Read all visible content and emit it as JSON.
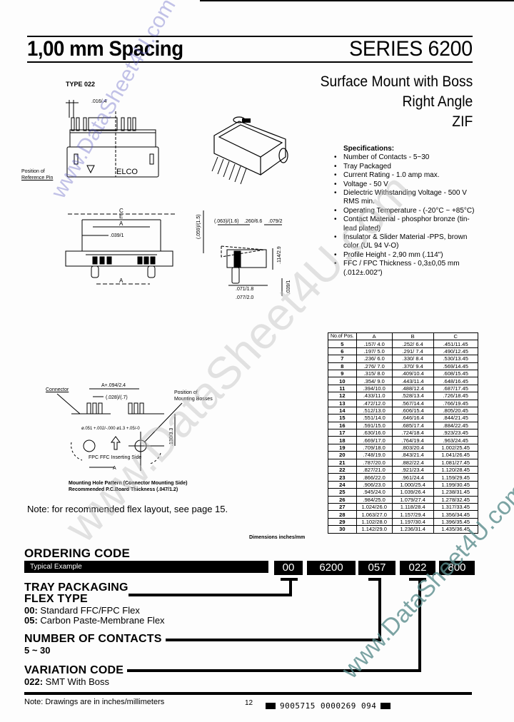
{
  "header": {
    "title_left": "1,00 mm Spacing",
    "title_right": "SERIES 6200"
  },
  "subtitle": {
    "line1": "Surface Mount with Boss",
    "line2": "Right Angle",
    "line3": "ZIF"
  },
  "drawings": {
    "type_label": "TYPE 022",
    "top_view": {
      "dim_pitch": ".016/.4",
      "marking": "ELCO",
      "ref_pin_label_1": "Position of",
      "ref_pin_label_2": "Reference Pin"
    },
    "front_view": {
      "dim_c": "C",
      "dim_e": "E",
      "dim_a_top": "A",
      "dim_039": ".039/1",
      "dim_a_bottom": "A"
    },
    "side_view": {
      "dim_063": "(.063)/(1.6)",
      "dim_260": ".260/6.6",
      "dim_079": ".079/2",
      "dim_vert_left": "(.059)/(1.5)",
      "dim_114": ".114/2.9",
      "dim_071": ".071/1.8",
      "dim_077": ".077/2.0",
      "dim_vert_right": ".039/1"
    },
    "mounting_pattern": {
      "label_connector": "Connector",
      "dim_top": "A+.094/2.4",
      "dim_028": "(.028)/(.7)",
      "label_boss_1": "Position of",
      "label_boss_2": "Mounting Bosses",
      "dim_hole": "ø.051 +.002/-.000 ø1.3 +.05/-0",
      "label_side": "FPC FFC Inserting Side",
      "dim_bottom": "A",
      "dim_vert": ".130/3.3",
      "caption_1": "Mounting Hole Pattern (Connector Mounting Side)",
      "caption_2": "Recommended P.C.Board Thickness (.047/1.2)"
    }
  },
  "specifications": {
    "title": "Specifications:",
    "items": [
      "Number of Contacts - 5~30",
      "Tray Packaged",
      "Current Rating - 1.0 amp max.",
      "Voltage - 50 V",
      "Dielectric Withstanding Voltage - 500 V RMS min.",
      "Operating Temperature - (-20°C ~ +85°C)",
      "Contact Material - phosphor bronze (tin-lead plated)",
      "Insulator & Slider Material -PPS, brown color (UL 94 V-O)",
      "Profile Height - 2,90 mm (.114\")",
      "FFC / FPC Thickness - 0,3±0,05 mm (.012±.002\")"
    ]
  },
  "dimension_table": {
    "headers": [
      "No.of Pos.",
      "A",
      "B",
      "C"
    ],
    "rows": [
      [
        "5",
        ".157/ 4.0",
        ".252/ 6.4",
        ".451/11.45"
      ],
      [
        "6",
        ".197/ 5.0",
        ".291/ 7.4",
        ".490/12.45"
      ],
      [
        "7",
        ".236/ 6.0",
        ".330/ 8.4",
        ".530/13.45"
      ],
      [
        "8",
        ".276/ 7.0",
        ".370/ 9.4",
        ".569/14.45"
      ],
      [
        "9",
        ".315/ 8.0",
        ".409/10.4",
        ".608/15.45"
      ],
      [
        "10",
        ".354/ 9.0",
        ".443/11.4",
        ".648/16.45"
      ],
      [
        "11",
        ".394/10.0",
        ".488/12.4",
        ".687/17.45"
      ],
      [
        "12",
        ".433/11.0",
        ".528/13.4",
        ".726/18.45"
      ],
      [
        "13",
        ".472/12.0",
        ".567/14.4",
        ".766/19.45"
      ],
      [
        "14",
        ".512/13.0",
        ".606/15.4",
        ".805/20.45"
      ],
      [
        "15",
        ".551/14.0",
        ".646/16.4",
        ".844/21.45"
      ],
      [
        "16",
        ".591/15.0",
        ".685/17.4",
        ".884/22.45"
      ],
      [
        "17",
        ".630/16.0",
        ".724/18.4",
        ".923/23.45"
      ],
      [
        "18",
        ".669/17.0",
        ".764/19.4",
        ".963/24.45"
      ],
      [
        "19",
        ".709/18.0",
        ".803/20.4",
        "1.002/25.45"
      ],
      [
        "20",
        ".748/19.0",
        ".843/21.4",
        "1.041/26.45"
      ],
      [
        "21",
        ".787/20.0",
        ".882/22.4",
        "1.081/27.45"
      ],
      [
        "22",
        ".827/21.0",
        ".921/23.4",
        "1.120/28.45"
      ],
      [
        "23",
        ".866/22.0",
        ".961/24.4",
        "1.159/29.45"
      ],
      [
        "24",
        ".906/23.0",
        "1.000/25.4",
        "1.199/30.45"
      ],
      [
        "25",
        ".945/24.0",
        "1.039/26.4",
        "1.238/31.45"
      ],
      [
        "26",
        ".984/25.0",
        "1.079/27.4",
        "1.278/32.45"
      ],
      [
        "27",
        "1.024/26.0",
        "1.118/28.4",
        "1.317/33.45"
      ],
      [
        "28",
        "1.063/27.0",
        "1.157/29.4",
        "1.356/34.45"
      ],
      [
        "29",
        "1.102/28.0",
        "1.197/30.4",
        "1.396/35.45"
      ],
      [
        "30",
        "1.142/29.0",
        "1.236/31.4",
        "1.435/36.45"
      ]
    ],
    "note": "Dimensions inches/mm"
  },
  "flex_note": "Note: for recommended flex layout, see page 15.",
  "ordering": {
    "title": "ORDERING CODE",
    "example_label": "Typical Example",
    "codes": [
      "00",
      "6200",
      "057",
      "022",
      "800"
    ],
    "tray_packaging": "TRAY PACKAGING",
    "flex_type": {
      "title": "FLEX TYPE",
      "options": [
        {
          "code": "00:",
          "label": "Standard FFC/FPC Flex"
        },
        {
          "code": "05:",
          "label": "Carbon Paste-Membrane Flex"
        }
      ]
    },
    "contacts": {
      "title": "NUMBER OF CONTACTS",
      "range": "5 ~ 30"
    },
    "variation": {
      "title": "VARIATION CODE",
      "code": "022:",
      "label": "SMT With Boss"
    }
  },
  "footer": {
    "note": "Note: Drawings are in inches/millimeters",
    "page": "12",
    "barcode_text": "9005715 0000269 094"
  },
  "watermarks": {
    "url_small": "www.DataSheet4U.com",
    "url_big": "www.DataSheet4U.com"
  }
}
